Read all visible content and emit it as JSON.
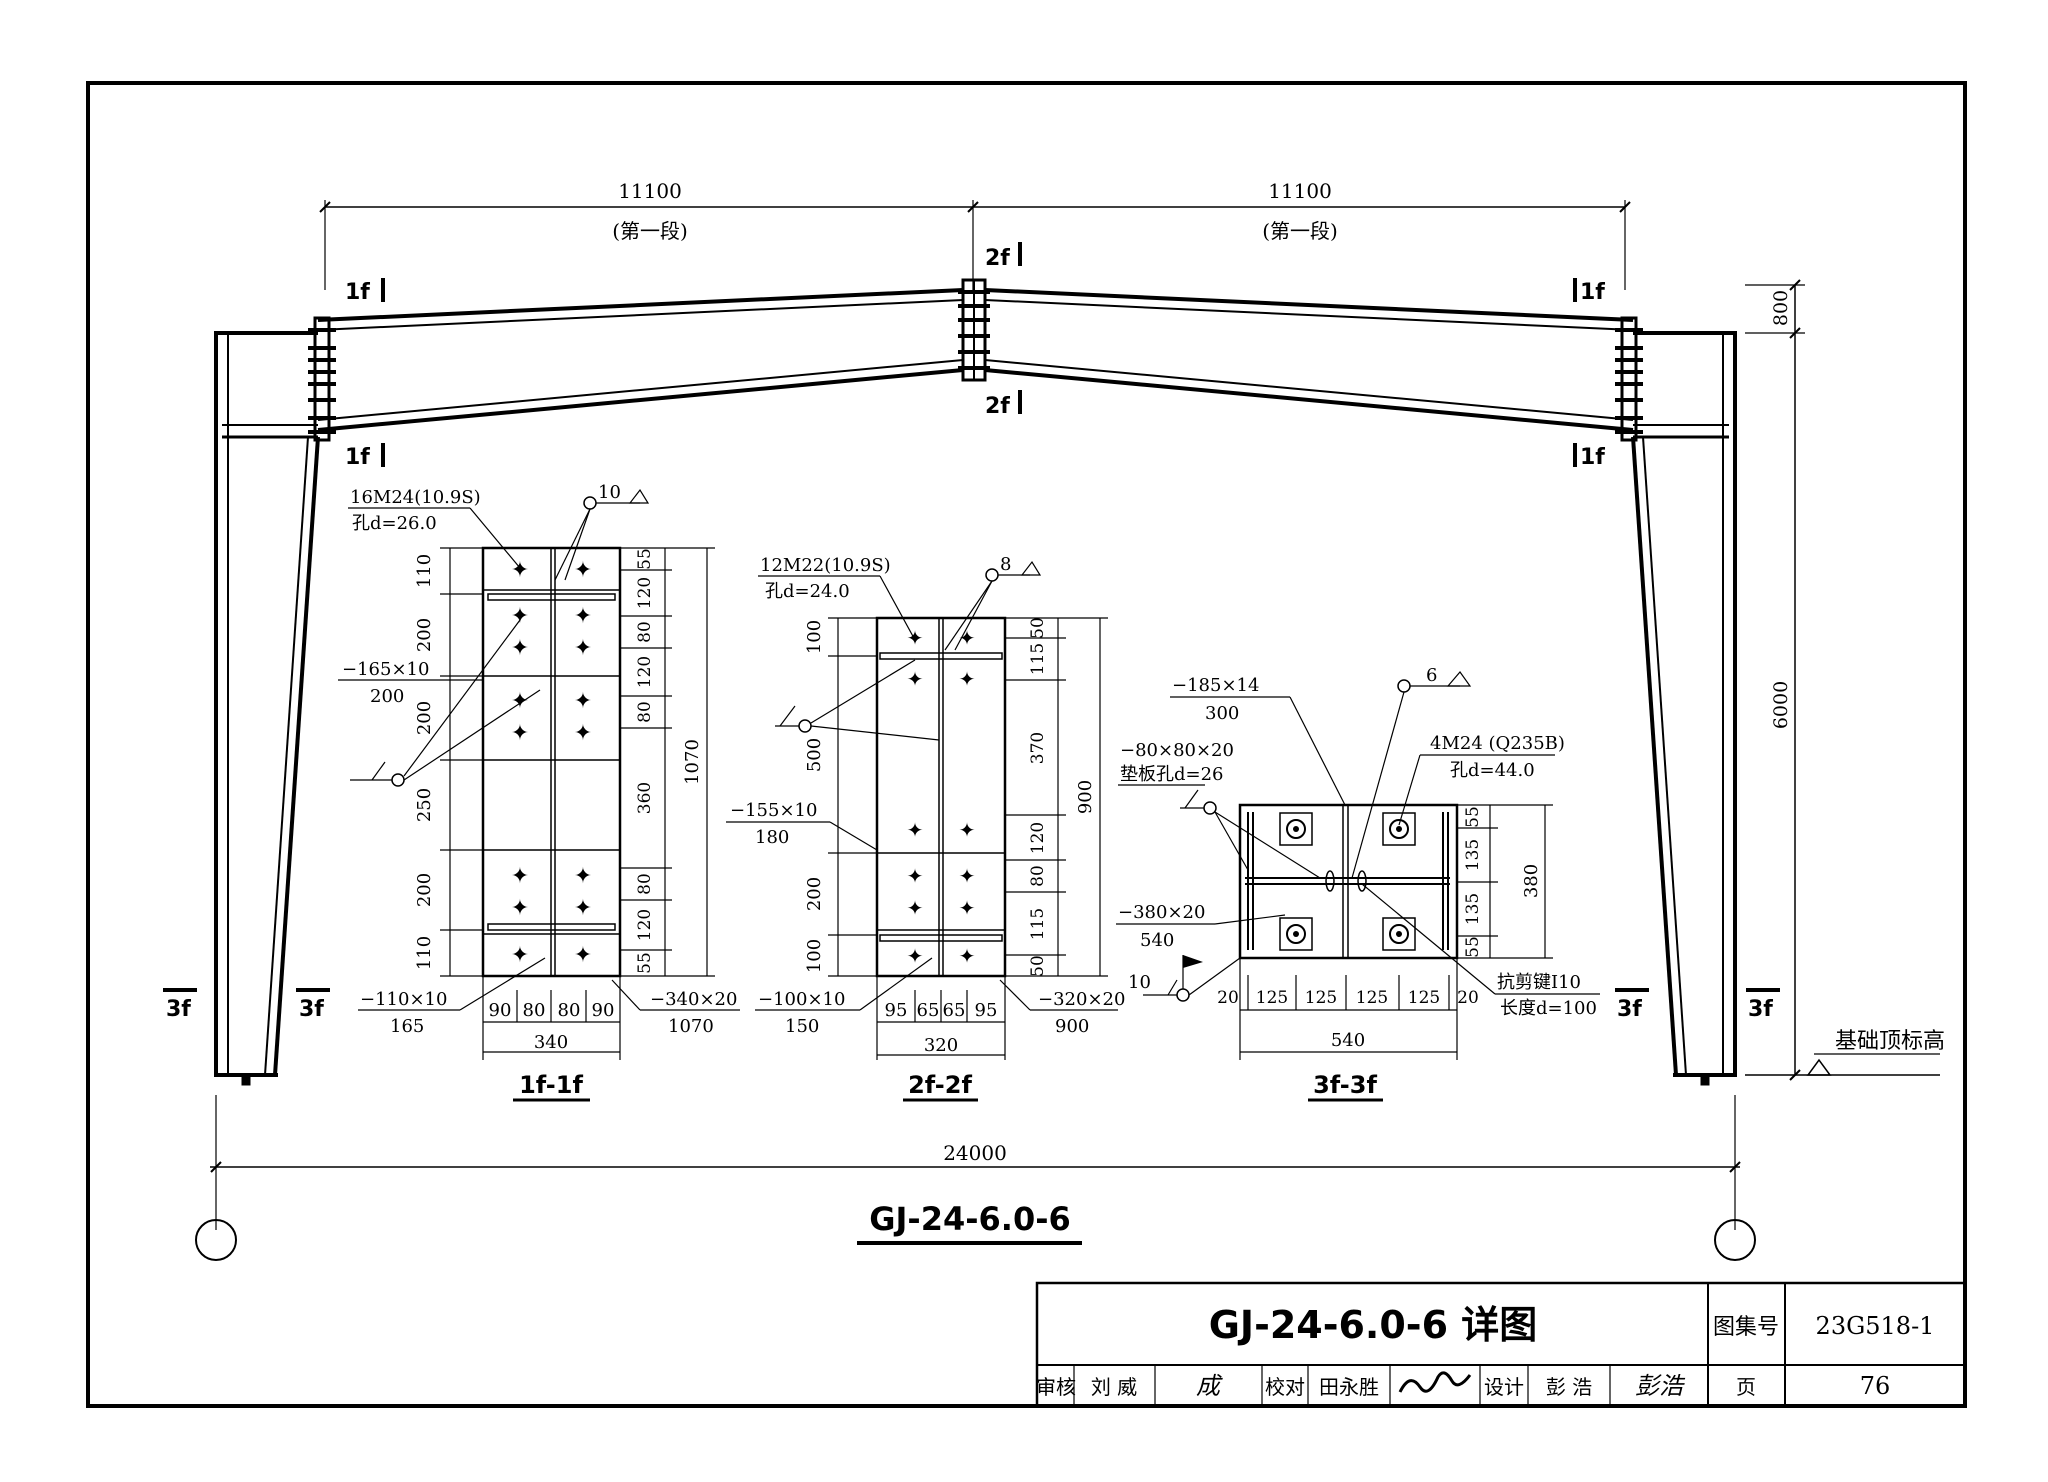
{
  "drawing": {
    "dims": {
      "span_left": "11100",
      "span_right": "11100",
      "segment_left": "(第一段)",
      "segment_right": "(第一段)",
      "total_span": "24000",
      "height_800": "800",
      "height_6000": "6000"
    },
    "section_marks": {
      "m1f": "1f",
      "m2f": "2f",
      "m3f": "3f"
    },
    "foundation_label": "基础顶标高",
    "main_title": "GJ-24-6.0-6"
  },
  "detail_1f": {
    "bolts": "16M24(10.9S)",
    "hole": "孔d=26.0",
    "weld": "10",
    "stiffener": "−165×10",
    "stiffener_len": "200",
    "small_plate": "−110×10",
    "small_plate_len": "165",
    "end_plate": "−340×20",
    "end_plate_len": "1070",
    "left_dims": [
      "110",
      "200",
      "200",
      "250",
      "200",
      "110"
    ],
    "right_dims": [
      "55",
      "120",
      "80",
      "120",
      "80",
      "360",
      "80",
      "120",
      "55"
    ],
    "total_h": "1070",
    "bottom_dims": [
      "90",
      "80",
      "80",
      "90"
    ],
    "width": "340",
    "caption": "1f-1f"
  },
  "detail_2f": {
    "bolts": "12M22(10.9S)",
    "hole": "孔d=24.0",
    "weld": "8",
    "stiffener": "−155×10",
    "stiffener_len": "180",
    "small_plate": "−100×10",
    "small_plate_len": "150",
    "end_plate": "−320×20",
    "end_plate_len": "900",
    "left_dims": [
      "100",
      "500",
      "200",
      "100"
    ],
    "right_dims": [
      "50",
      "115",
      "370",
      "120",
      "80",
      "115",
      "50"
    ],
    "total_h": "900",
    "bottom_dims": [
      "95",
      "65",
      "65",
      "95"
    ],
    "width": "320",
    "caption": "2f-2f"
  },
  "detail_3f": {
    "base_plate_top": "−185×14",
    "base_plate_top_len": "300",
    "washer": "−80×80×20",
    "washer_hole": "垫板孔d=26",
    "weld": "6",
    "anchor": "4M24 (Q235B)",
    "anchor_hole": "孔d=44.0",
    "base_plate": "−380×20",
    "base_plate_len": "540",
    "weld_bottom": "10",
    "shear_key": "抗剪键Ⅰ10",
    "shear_len": "长度d=100",
    "right_dims": [
      "55",
      "135",
      "135",
      "55"
    ],
    "total_h": "380",
    "bottom_dims": [
      "20",
      "125",
      "125",
      "125",
      "125",
      "20"
    ],
    "width": "540",
    "caption": "3f-3f"
  },
  "title_block": {
    "title": "GJ-24-6.0-6 详图",
    "atlas_label": "图集号",
    "atlas_no": "23G518-1",
    "review_label": "审核",
    "reviewer": "刘 威",
    "reviewer_sig": "成",
    "check_label": "校对",
    "checker": "田永胜",
    "design_label": "设计",
    "designer": "彭 浩",
    "designer_sig": "彭浩",
    "page_label": "页",
    "page_no": "76"
  }
}
